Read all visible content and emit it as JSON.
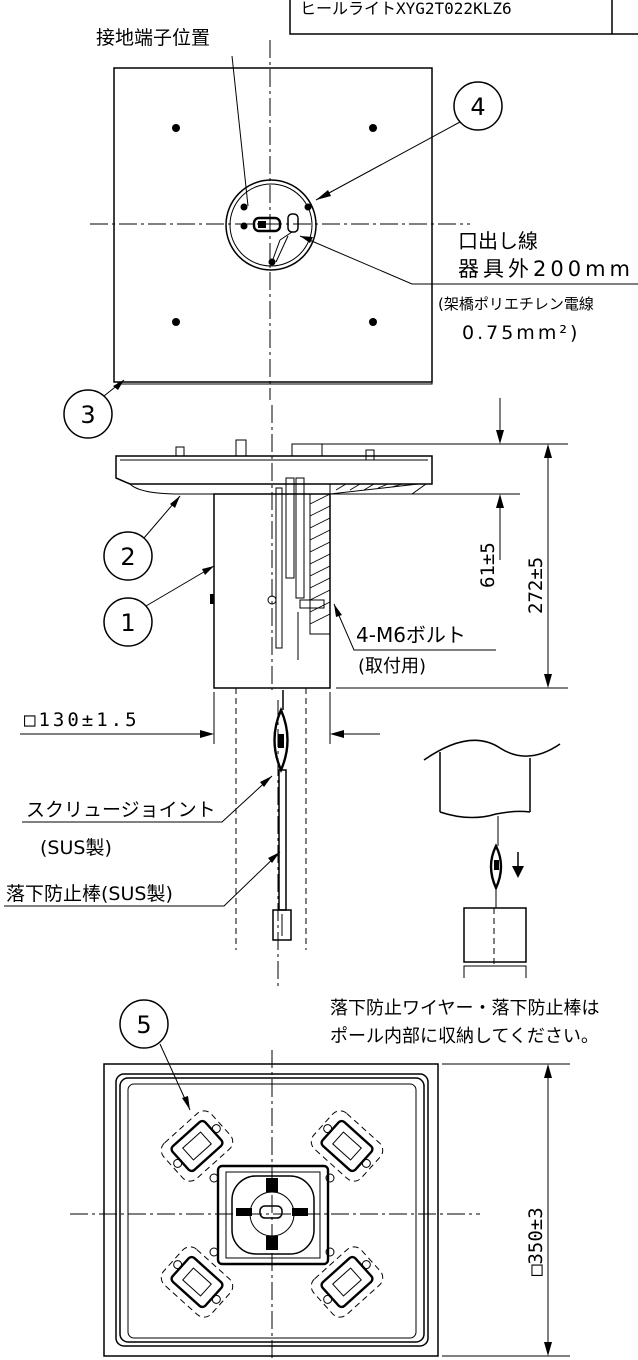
{
  "header": {
    "model_partial": "ヒールライトXYG2T022KLZ6"
  },
  "labels": {
    "ground_terminal": "接地端子位置",
    "lead_wire_1": "口出し線",
    "lead_wire_2": "器具外200mm",
    "lead_wire_3": "(架橋ポリエチレン電線",
    "lead_wire_4": "0.75mm²)",
    "dim_61": "61±5",
    "dim_272": "272±5",
    "bolt_1": "4-M6ボルト",
    "bolt_2": "(取付用)",
    "dim_130": "□130±1.5",
    "screw_joint_1": "スクリュージョイント",
    "screw_joint_2": "(SUS製)",
    "fall_rod": "落下防止棒(SUS製)",
    "note_1": "落下防止ワイヤー・落下防止棒は",
    "note_2": "ポール内部に収納してください。",
    "dim_350": "□350±3"
  },
  "callouts": [
    "1",
    "2",
    "3",
    "4",
    "5"
  ]
}
